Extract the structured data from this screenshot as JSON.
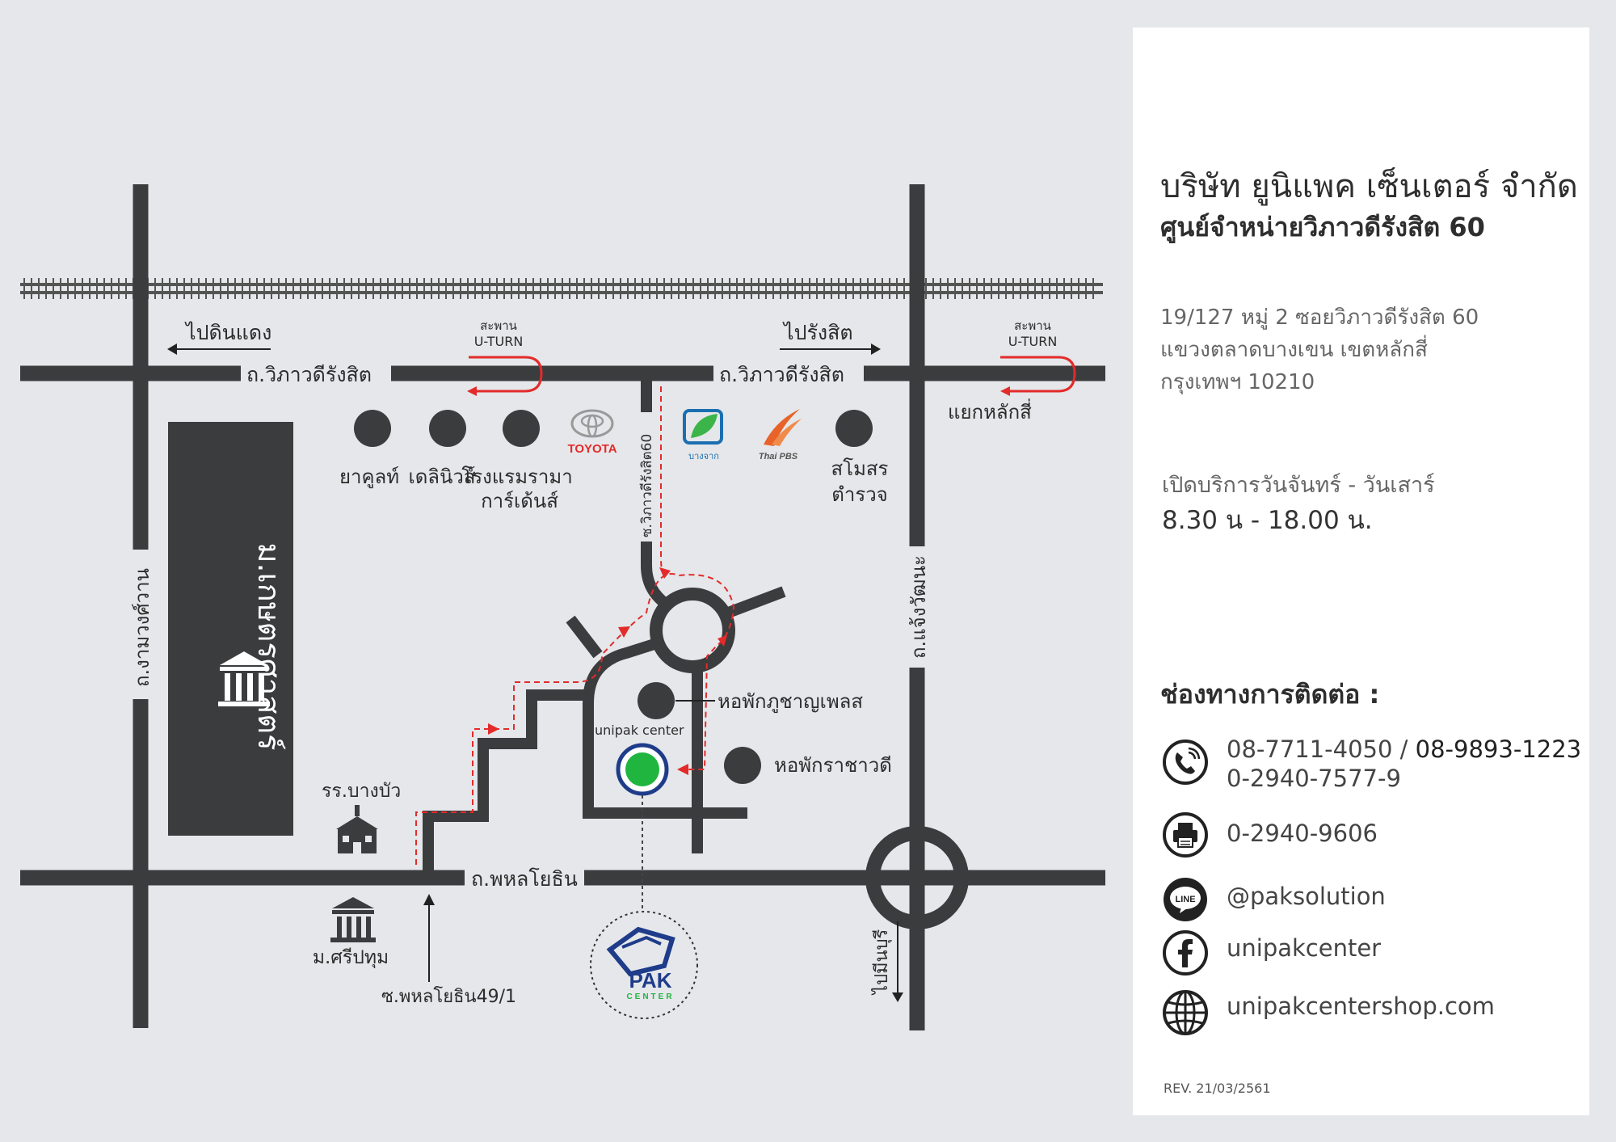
{
  "map": {
    "road_viphavadi_left": "ถ.วิภาวดีรังสิต",
    "road_viphavadi_right": "ถ.วิภาวดีรังสิต",
    "road_phahonyothin": "ถ.พหลโยธิน",
    "road_ngam_wong_wan": "ถ.งามวงศ์วาน",
    "road_chaeng_watthana": "ถ.แจ้งวัฒนะ",
    "soi_viphavadi_60": "ซ.วิภาวดีรังสิต60",
    "soi_phahonyothin": "ซ.พหลโยธิน49/1",
    "to_din_daeng": "ไปดินแดง",
    "to_rangsit": "ไปรังสิต",
    "to_min_buri": "ไปมีนบุรี",
    "uturn_1_line1": "สะพาน",
    "uturn_1_line2": "U-TURN",
    "uturn_2_line1": "สะพาน",
    "uturn_2_line2": "U-TURN",
    "lak_si_junction": "แยกหลักสี่",
    "kasetsart_univ": "ม.เกษตรศาสตร์",
    "landmark_1": "ยาคูลท์",
    "landmark_2": "เดลินิวส์",
    "landmark_3_line1": "โรงแรมรามา",
    "landmark_3_line2": "การ์เด้นส์",
    "toyota_text": "TOYOTA",
    "bangchak_text": "บางจาก",
    "thaipbs_text": "Thai PBS",
    "police_line1": "สโมสร",
    "police_line2": "ตำรวจ",
    "dorm_1": "หอพักภูชาญเพลส",
    "dorm_2": "หอพักราชาวดี",
    "unipak_label": "unipak center",
    "school": "รร.บางบัว",
    "sripatum_univ": "ม.ศรีปทุม",
    "logo_text_pak": "PAK",
    "logo_text_center": "CENTER"
  },
  "panel": {
    "company_name": "บริษัท ยูนิแพค เซ็นเตอร์ จำกัด",
    "branch_name": "ศูนย์จำหน่ายวิภาวดีรังสิต 60",
    "address_line1": "19/127 หมู่ 2 ซอยวิภาวดีรังสิต 60",
    "address_line2": "แขวงตลาดบางเขน เขตหลักสี่",
    "address_line3": "กรุงเทพฯ 10210",
    "hours_days": "เปิดบริการวันจันทร์ - วันเสาร์",
    "hours_time": "8.30 น - 18.00 น.",
    "contact_heading": "ช่องทางการติดต่อ :",
    "phone_1": "08-7711-4050",
    "phone_sep": "/",
    "phone_2": "08-9893-1223",
    "phone_3": "0-2940-7577-9",
    "fax": "0-2940-9606",
    "line_badge": "LINE",
    "line_id": "@paksolution",
    "facebook": "unipakcenter",
    "website": "unipakcentershop.com",
    "revision": "REV. 21/03/2561"
  },
  "colors": {
    "road": "#3b3c3e",
    "accent_red": "#e32b2b",
    "unipak_green": "#1fb53f",
    "unipak_ring": "#1f3c8a",
    "bangchak_blue": "#1b6fb0",
    "thaipbs_orange": "#e8632a"
  },
  "icons": [
    "phone-icon",
    "printer-icon",
    "line-icon",
    "facebook-icon",
    "globe-icon",
    "university-icon",
    "school-icon",
    "unipak-logo-icon"
  ]
}
